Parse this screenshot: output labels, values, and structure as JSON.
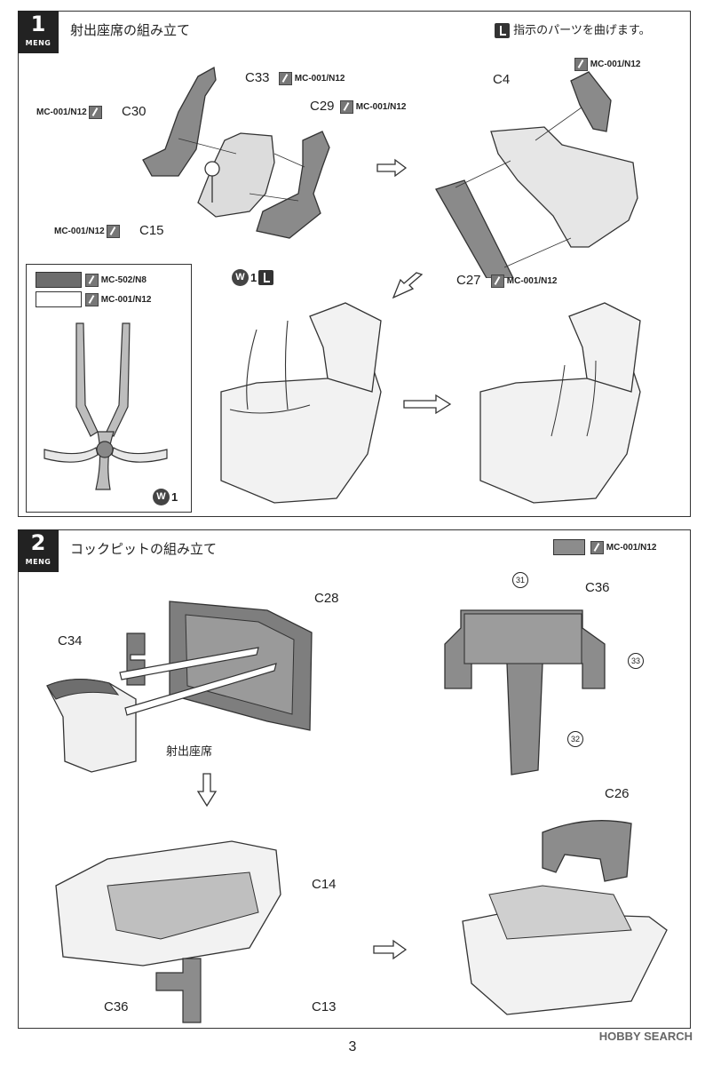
{
  "step1": {
    "number": "1",
    "brand": "MENG",
    "title": "射出座席の組み立て",
    "bend_note": "指示のパーツを曲げます。",
    "paint_code": "MC-001/N12",
    "parts": [
      "C33",
      "C29",
      "C30",
      "C15",
      "C4",
      "C27"
    ],
    "inset_legend": [
      {
        "color": "#6d6d6d",
        "code": "MC-502/N8"
      },
      {
        "color": "#ffffff",
        "code": "MC-001/N12"
      }
    ],
    "decal_num": "1",
    "decal_letter": "W"
  },
  "step2": {
    "number": "2",
    "brand": "MENG",
    "title": "コックピットの組み立て",
    "legend_color": "#8c8c8c",
    "legend_code": "MC-001/N12",
    "parts": [
      "C28",
      "C34",
      "C36",
      "C14",
      "C13",
      "C26",
      "C36"
    ],
    "seat_label": "射出座席",
    "decals": [
      "31",
      "33",
      "32"
    ]
  },
  "page_number": "3",
  "watermark": "HOBBY SEARCH"
}
